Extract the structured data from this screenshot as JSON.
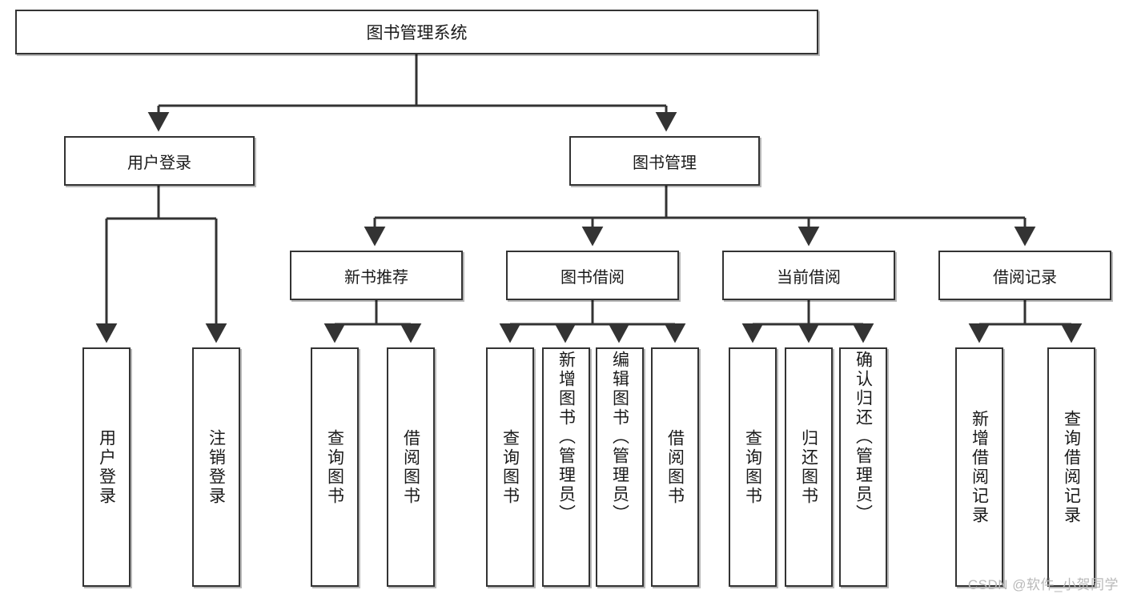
{
  "diagram": {
    "title": "图书管理系统",
    "type": "tree-hierarchy-diagram",
    "root": {
      "label": "图书管理系统"
    },
    "level2": [
      {
        "label": "用户登录"
      },
      {
        "label": "图书管理"
      }
    ],
    "level3": [
      {
        "label": "新书推荐"
      },
      {
        "label": "图书借阅"
      },
      {
        "label": "当前借阅"
      },
      {
        "label": "借阅记录"
      }
    ],
    "leaves": {
      "user_login": [
        {
          "label": "用户登录"
        },
        {
          "label": "注销登录"
        }
      ],
      "new_book_recommend": [
        {
          "label": "查询图书"
        },
        {
          "label": "借阅图书"
        }
      ],
      "book_borrow": [
        {
          "label": "查询图书"
        },
        {
          "label": "新增图书（管理员）"
        },
        {
          "label": "编辑图书（管理员）"
        },
        {
          "label": "借阅图书"
        }
      ],
      "current_borrow": [
        {
          "label": "查询图书"
        },
        {
          "label": "归还图书"
        },
        {
          "label": "确认归还（管理员）"
        }
      ],
      "borrow_record": [
        {
          "label": "新增借阅记录"
        },
        {
          "label": "查询借阅记录"
        }
      ]
    }
  },
  "watermark": {
    "text": "CSDN @软件_小贺同学"
  },
  "colors": {
    "box_border": "#333333",
    "box_fill": "#ffffff",
    "connector": "#333333",
    "text": "#1a1a1a",
    "watermark": "#b9b9b9",
    "background": "#ffffff"
  }
}
